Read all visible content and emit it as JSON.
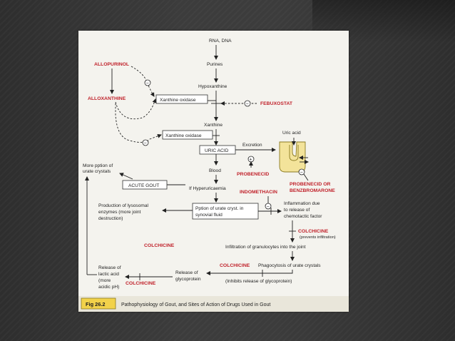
{
  "figure": {
    "fig_label": "Fig 26.2",
    "caption": "Pathophysiology of Gout, and Sites of Action of Drugs Used in Gout"
  },
  "nodes": {
    "rna_dna": "RNA, DNA",
    "purines": "Purines",
    "hypoxanthine": "Hypoxanthine",
    "xanthine_oxidase_1": "Xanthine oxidase",
    "xanthine": "Xanthine",
    "xanthine_oxidase_2": "Xanthine oxidase",
    "uric_acid_box": "URIC ACID",
    "excretion": "Excretion",
    "uric_acid_label": "Uric acid",
    "blood": "Blood",
    "if_hyperuricaemia": "If Hyperuricaemia",
    "acute_gout": "ACUTE GOUT",
    "more_pption_1": "More pption of",
    "more_pption_2": "urate crystals",
    "production_1": "Production of lysosomal",
    "production_2": "enzymes (more joint",
    "production_3": "destruction)",
    "pption_box_1": "Pption of urate cryst. in",
    "pption_box_2": "synovial fluid",
    "inflammation_1": "Inflammation due",
    "inflammation_2": "to release of",
    "inflammation_3": "chemotactic factor",
    "prevents_infiltration": "(prevents infiltration)",
    "infiltration": "Infiltration of granulocytes into the joint",
    "phagocytosis": "Phagocytosis of urate crystals",
    "release_glyco_1": "Release of",
    "release_glyco_2": "glycoprotein",
    "inhibits_release": "(Inhibits release of glycoprotein)",
    "release_lactic_1": "Release of",
    "release_lactic_2": "lactic acid",
    "release_lactic_3": "(more",
    "release_lactic_4": "acidic pH)"
  },
  "drugs": {
    "allopurinol": "ALLOPURINOL",
    "alloxanthine": "ALLOXANTHINE",
    "febuxostat": "FEBUXOSTAT",
    "probenecid": "PROBENECID",
    "probenecid_or": "PROBENECID OR",
    "benzbromarone": "BENZBROMARONE",
    "indomethacin": "INDOMETHACIN",
    "colchicine_1": "COLCHICINE",
    "colchicine_2": "COLCHICINE",
    "colchicine_3": "COLCHICINE",
    "colchicine_4": "COLCHICINE"
  },
  "signs": {
    "minus": "⊖",
    "plus": "⊕"
  },
  "colors": {
    "drug_red": "#c0212a",
    "fig_tag_yellow": "#f2d24a",
    "kidney_yellow": "#f3e39a"
  }
}
